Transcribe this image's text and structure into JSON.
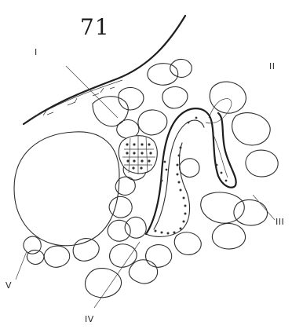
{
  "figure": {
    "number": "71"
  },
  "labels": {
    "i": "I",
    "ii": "II",
    "iii": "III",
    "iv": "IV",
    "v": "V"
  },
  "colors": {
    "ink": "#2c2c2c",
    "paper": "#ffffff"
  }
}
